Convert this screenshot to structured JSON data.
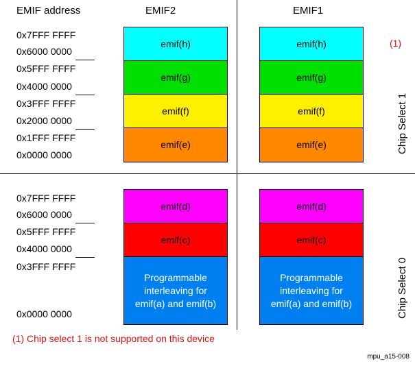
{
  "figure": {
    "id_label": "mpu_a15-008",
    "footnote": "(1) Chip select 1 is not supported on this device",
    "footnote_marker": "(1)"
  },
  "headers": {
    "address_column": "EMIF address",
    "emif2_column": "EMIF2",
    "emif1_column": "EMIF1"
  },
  "chip_select": {
    "upper_label": "Chip Select 1",
    "lower_label": "Chip Select 0"
  },
  "colors": {
    "emif_h": "#00FFFF",
    "emif_g": "#00E000",
    "emif_f": "#FFF000",
    "emif_e": "#FF8800",
    "emif_d": "#FF00FF",
    "emif_c": "#FF0000",
    "interleave": "#0080F0",
    "footnote_red": "#E01010",
    "outline": "#000000",
    "background": "#FFFFFF"
  },
  "upper_region": {
    "addresses": [
      {
        "text": "0x7FFF FFFF",
        "tick": false
      },
      {
        "text": "0x6000 0000",
        "tick": true
      },
      {
        "text": "0x5FFF FFFF",
        "tick": false
      },
      {
        "text": "0x4000 0000",
        "tick": true
      },
      {
        "text": "0x3FFF FFFF",
        "tick": false
      },
      {
        "text": "0x2000 0000",
        "tick": true
      },
      {
        "text": "0x1FFF FFFF",
        "tick": false
      },
      {
        "text": "0x0000 0000",
        "tick": false
      }
    ],
    "blocks": [
      {
        "label": "emif(h)",
        "color": "#00FFFF",
        "text_color": "#000000"
      },
      {
        "label": "emif(g)",
        "color": "#00E000",
        "text_color": "#000000"
      },
      {
        "label": "emif(f)",
        "color": "#FFF000",
        "text_color": "#000000"
      },
      {
        "label": "emif(e)",
        "color": "#FF8800",
        "text_color": "#000000"
      }
    ]
  },
  "lower_region": {
    "addresses": [
      {
        "text": "0x7FFF FFFF",
        "tick": false
      },
      {
        "text": "0x6000 0000",
        "tick": true
      },
      {
        "text": "0x5FFF FFFF",
        "tick": false
      },
      {
        "text": "0x4000 0000",
        "tick": true
      },
      {
        "text": "0x3FFF FFFF",
        "tick": false
      },
      {
        "text": "0x0000 0000",
        "tick": false
      }
    ],
    "blocks": [
      {
        "label": "emif(d)",
        "color": "#FF00FF",
        "text_color": "#000000"
      },
      {
        "label": "emif(c)",
        "color": "#FF0000",
        "text_color": "#000000"
      },
      {
        "label": "Programmable interleaving for emif(a) and emif(b)",
        "line1": "Programmable",
        "line2": "interleaving for",
        "line3": "emif(a) and emif(b)",
        "color": "#0080F0",
        "text_color": "#FFFFFF"
      }
    ]
  }
}
